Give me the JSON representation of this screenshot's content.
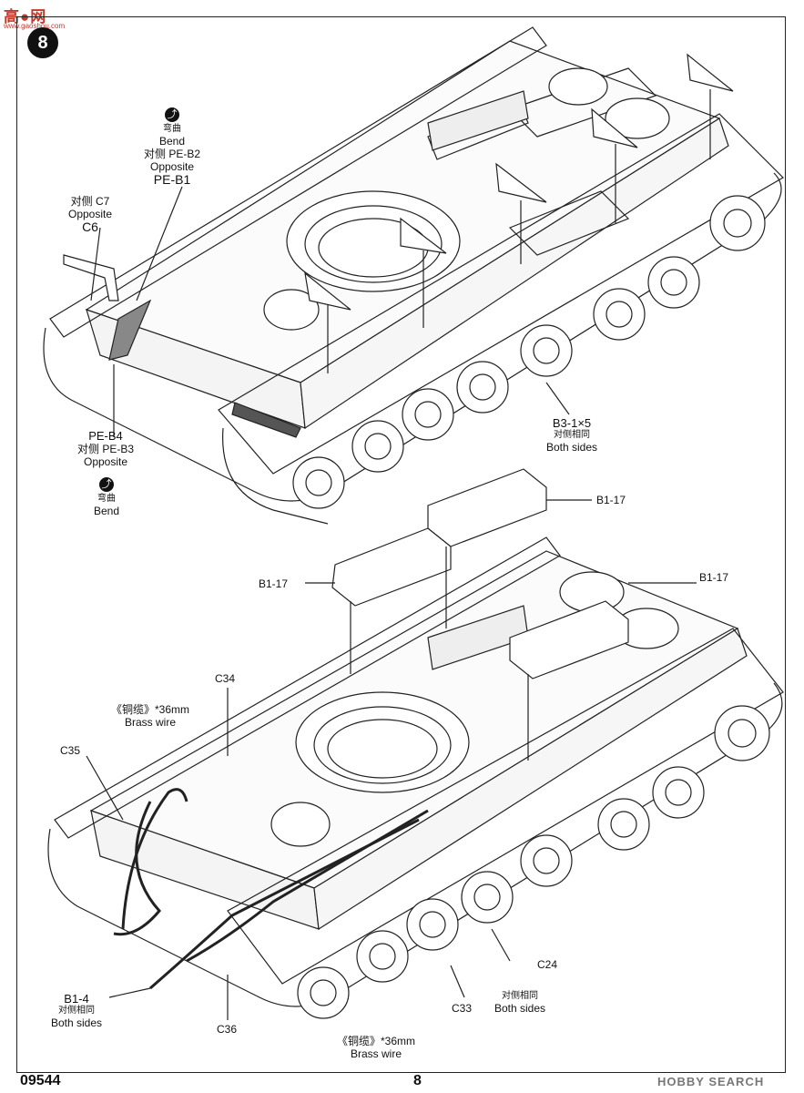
{
  "header": {
    "logo_text": "高●网",
    "logo_url": "www.gaoshou.com",
    "step_number": "8"
  },
  "top_assembly": {
    "callouts": [
      {
        "id": "bend-pe-b2",
        "icon": "bend-icon",
        "lines": [
          "弯曲",
          "Bend",
          "对侧 PE-B2",
          "Opposite"
        ],
        "part": "PE-B1"
      },
      {
        "id": "c6",
        "lines": [
          "对侧 C7",
          "Opposite"
        ],
        "part": "C6"
      },
      {
        "id": "pe-b4",
        "part": "PE-B4",
        "lines": [
          "对侧 PE-B3",
          "Opposite"
        ]
      },
      {
        "id": "bend-bottom",
        "icon": "bend-icon",
        "lines": [
          "弯曲",
          "Bend"
        ]
      },
      {
        "id": "b3",
        "part": "B3-1×5",
        "lines": [
          "对侧相同",
          "Both sides"
        ]
      }
    ]
  },
  "bottom_assembly": {
    "callouts": [
      {
        "id": "b1-17-a",
        "part": "B1-17"
      },
      {
        "id": "b1-17-b",
        "part": "B1-17"
      },
      {
        "id": "b1-17-c",
        "part": "B1-17"
      },
      {
        "id": "c34",
        "part": "C34"
      },
      {
        "id": "brass-wire-top",
        "lines": [
          "《铜缆》*36mm",
          "Brass wire"
        ]
      },
      {
        "id": "c35",
        "part": "C35"
      },
      {
        "id": "c24",
        "part": "C24"
      },
      {
        "id": "c33",
        "part": "C33"
      },
      {
        "id": "both-sides-c",
        "lines": [
          "对侧相同",
          "Both sides"
        ]
      },
      {
        "id": "b1-4",
        "part": "B1-4",
        "lines": [
          "对侧相同",
          "Both sides"
        ]
      },
      {
        "id": "c36",
        "part": "C36"
      },
      {
        "id": "brass-wire-bottom",
        "lines": [
          "《铜缆》*36mm",
          "Brass wire"
        ]
      }
    ]
  },
  "footer": {
    "kit_number": "09544",
    "page_number": "8",
    "watermark": "HOBBY SEARCH"
  }
}
